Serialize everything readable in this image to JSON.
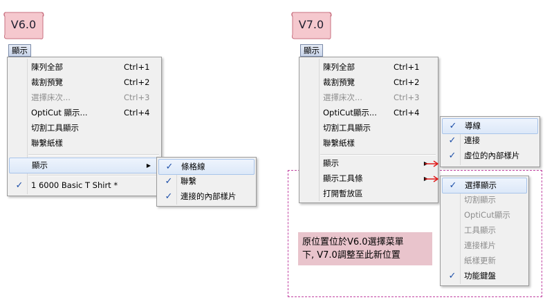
{
  "colors": {
    "accent": "#1c4ea8",
    "arrow": "#e01818",
    "dash": "#c040a0",
    "note_bg": "#e9c4cc"
  },
  "left": {
    "version_label": "V6.0",
    "menu_button": "顯示",
    "menu_items": [
      {
        "label": "陳列全部",
        "shortcut": "Ctrl+1",
        "disabled": false
      },
      {
        "label": "裁割預覽",
        "shortcut": "Ctrl+2",
        "disabled": false
      },
      {
        "label": "選擇床次...",
        "shortcut": "Ctrl+3",
        "disabled": true
      },
      {
        "label": "OptiCut 顯示...",
        "shortcut": "Ctrl+4",
        "disabled": false
      },
      {
        "label": "切割工具顯示",
        "shortcut": "",
        "disabled": false
      },
      {
        "label": "聯繫紙樣",
        "shortcut": "",
        "disabled": false
      }
    ],
    "display_item": "顯示",
    "recent_item": "1 6000 Basic T Shirt *",
    "submenu": [
      {
        "label": "條格線",
        "checked": true
      },
      {
        "label": "聯繫",
        "checked": true
      },
      {
        "label": "連接的內部樣片",
        "checked": true
      }
    ]
  },
  "right": {
    "version_label": "V7.0",
    "menu_button": "顯示",
    "menu_items": [
      {
        "label": "陳列全部",
        "shortcut": "Ctrl+1",
        "disabled": false
      },
      {
        "label": "裁割預覽",
        "shortcut": "Ctrl+2",
        "disabled": false
      },
      {
        "label": "選擇床次...",
        "shortcut": "Ctrl+3",
        "disabled": true
      },
      {
        "label": "OptiCut顯示...",
        "shortcut": "Ctrl+4",
        "disabled": false
      },
      {
        "label": "切割工具顯示",
        "shortcut": "",
        "disabled": false
      },
      {
        "label": "聯繫紙樣",
        "shortcut": "",
        "disabled": false
      }
    ],
    "display_item": "顯示",
    "toolbar_item": "顯示工具條",
    "open_item": "打開暫放區",
    "display_submenu": [
      {
        "label": "導線",
        "checked": true
      },
      {
        "label": "連接",
        "checked": true
      },
      {
        "label": "虛位的內部樣片",
        "checked": true
      }
    ],
    "toolbar_submenu": [
      {
        "label": "選擇顯示",
        "checked": true,
        "disabled": false
      },
      {
        "label": "切割顯示",
        "checked": false,
        "disabled": true
      },
      {
        "label": "OptiCut顯示",
        "checked": false,
        "disabled": true
      },
      {
        "label": "工具顯示",
        "checked": false,
        "disabled": true
      },
      {
        "label": "連接樣片",
        "checked": false,
        "disabled": true
      },
      {
        "label": "紙樣更新",
        "checked": false,
        "disabled": true
      },
      {
        "label": "功能鍵盤",
        "checked": true,
        "disabled": false
      }
    ],
    "note_line1": "原位置位於V6.0選擇菜單",
    "note_line2": "下, V7.0調整至此新位置"
  }
}
